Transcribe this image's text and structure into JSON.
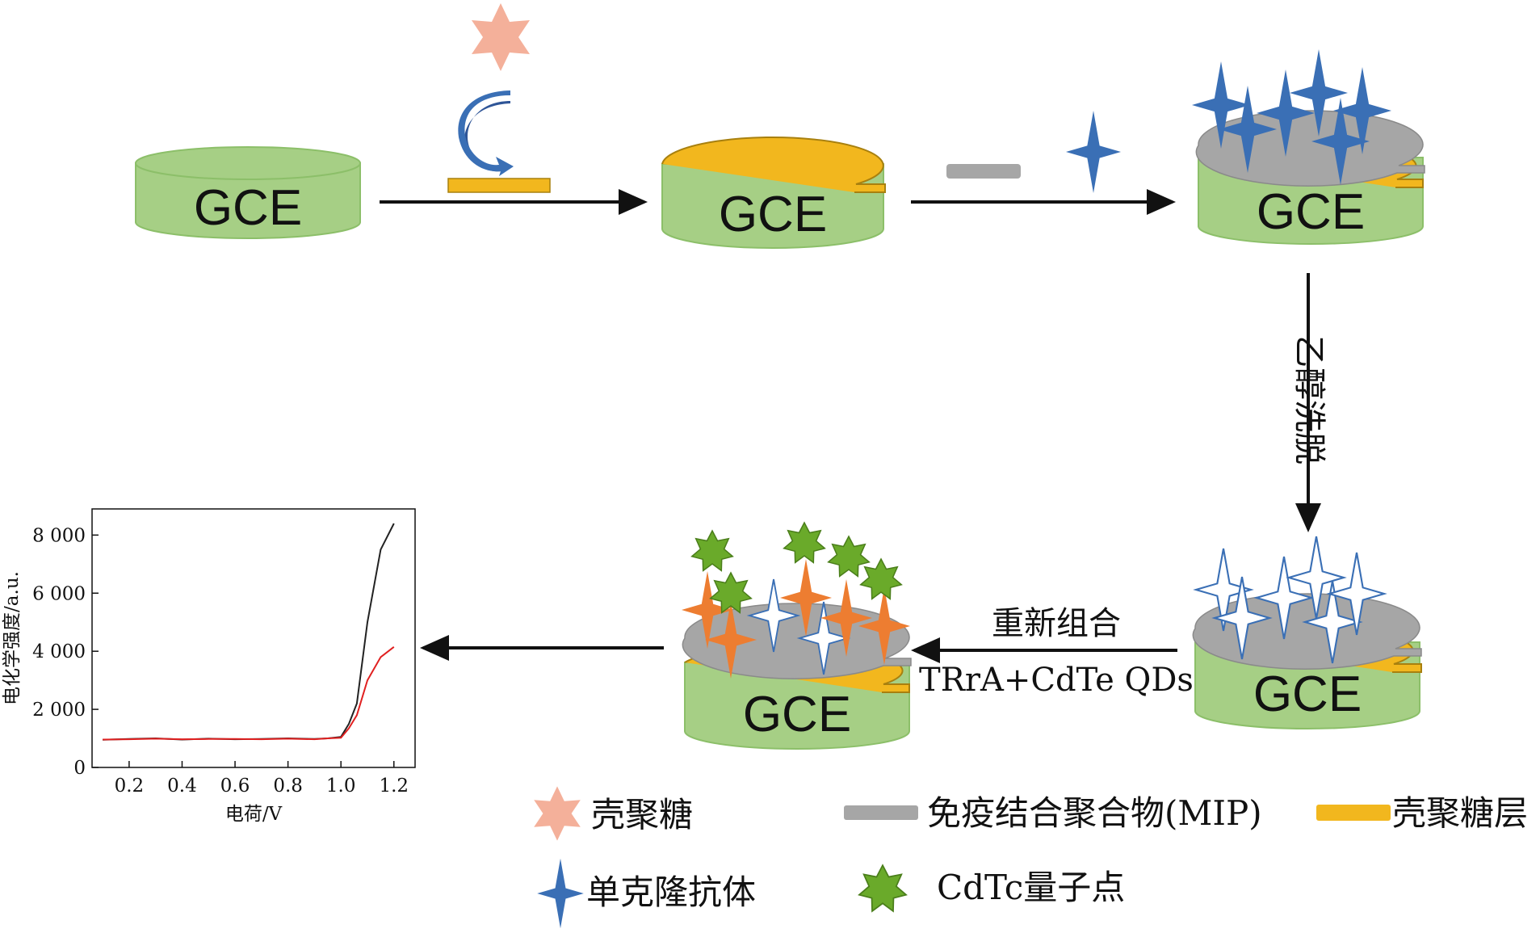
{
  "electrode_label": "GCE",
  "step_labels": {
    "elution": "乙醇洗脱",
    "recombine": "重新组合",
    "reagents": "TRrA+CdTe QDs"
  },
  "legend": {
    "chitosan": "壳聚糖",
    "mip": "免疫结合聚合物(MIP)",
    "chitosan_layer": "壳聚糖层",
    "antibody": "单克隆抗体",
    "quantum_dots": "CdTc量子点"
  },
  "colors": {
    "electrode_green": "#a6cf85",
    "chitosan_layer": "#f2b71e",
    "mip_gray": "#a6a6a6",
    "antibody_blue": "#3a6fb5",
    "target_orange": "#ed7d31",
    "qd_green": "#6aaa2a",
    "chitosan_pink": "#f4b09a",
    "curve_black": "#222222",
    "curve_red": "#e02020"
  },
  "chart_data": {
    "type": "line",
    "xlabel": "电荷/V",
    "ylabel": "电化学强度/a.u.",
    "xlim": [
      0.06,
      1.28
    ],
    "ylim": [
      0,
      8900
    ],
    "xticks": [
      "0.2",
      "0.4",
      "0.6",
      "0.8",
      "1.0",
      "1.2"
    ],
    "yticks": [
      "0",
      "2 000",
      "4 000",
      "6 000",
      "8 000"
    ],
    "series": [
      {
        "color": "#222222",
        "x": [
          0.1,
          0.2,
          0.3,
          0.4,
          0.5,
          0.6,
          0.7,
          0.8,
          0.9,
          0.95,
          1.0,
          1.03,
          1.06,
          1.1,
          1.15,
          1.2
        ],
        "y": [
          950,
          980,
          1000,
          960,
          990,
          970,
          980,
          1000,
          980,
          1000,
          1050,
          1500,
          2200,
          5000,
          7500,
          8400
        ]
      },
      {
        "color": "#e02020",
        "x": [
          0.1,
          0.2,
          0.3,
          0.4,
          0.5,
          0.6,
          0.7,
          0.8,
          0.9,
          0.95,
          1.0,
          1.03,
          1.06,
          1.1,
          1.15,
          1.2
        ],
        "y": [
          960,
          970,
          990,
          970,
          980,
          980,
          970,
          990,
          970,
          1000,
          1020,
          1350,
          1800,
          3000,
          3800,
          4150
        ]
      }
    ]
  }
}
